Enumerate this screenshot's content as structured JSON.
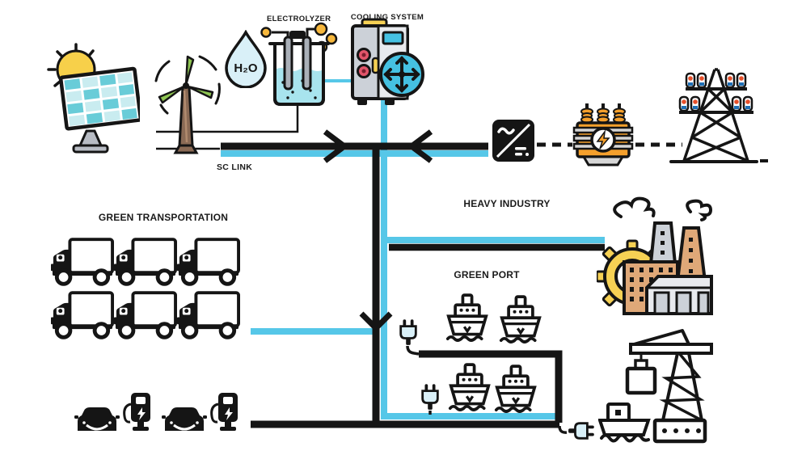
{
  "diagram": {
    "type": "green-hydrogen-energy-system",
    "labels": {
      "electrolyzer": "ELECTROLYZER",
      "cooling_system": "COOLING SYSTEM",
      "sc_link": "SC LINK",
      "green_transportation": "GREEN TRANSPORTATION",
      "heavy_industry": "HEAVY INDUSTRY",
      "green_port": "GREEN PORT",
      "h2o": "H₂O"
    },
    "counts": {
      "trucks": 6,
      "ships": 4,
      "cars": 2,
      "ev_chargers": 2,
      "plugs": 3
    },
    "nodes": [
      "solar-panel",
      "wind-turbine",
      "water-droplet",
      "electrolyzer",
      "cooling-system",
      "power-converter",
      "transformer",
      "transmission-tower",
      "heavy-industry-factory",
      "green-transportation-trucks",
      "green-port-ships",
      "ev-charging-cars",
      "port-crane",
      "boat"
    ],
    "icons": {
      "sun-icon": "svg-shape",
      "solar-panel-icon": "svg-shape",
      "wind-turbine-icon": "svg-shape",
      "water-droplet-icon": "svg-shape",
      "electrolyzer-icon": "svg-shape",
      "cooling-system-icon": "svg-shape",
      "power-converter-icon": "svg-shape",
      "transformer-icon": "svg-shape",
      "transmission-tower-icon": "svg-shape",
      "factory-icon": "svg-shape",
      "truck-icon": "svg-shape",
      "ship-icon": "svg-shape",
      "car-icon": "svg-shape",
      "ev-charger-icon": "svg-shape",
      "plug-icon": "svg-shape",
      "crane-icon": "svg-shape",
      "boat-icon": "svg-shape"
    },
    "colors": {
      "line_black": "#151515",
      "line_cyan": "#56c7e8",
      "sun_yellow": "#f7d04a",
      "solar_teal": "#69ccd8",
      "solar_light": "#c9ecf0",
      "turbine_green": "#8fc653",
      "turbine_brown": "#8a6a55",
      "bubble_yellow": "#f6b73c",
      "liquid_cyan": "#a8e4ee",
      "fan_cyan": "#45c1e2",
      "cabinet_gray": "#ccd1d8",
      "knob_red": "#e2556a",
      "transformer_orange": "#f5a02c",
      "factory_tan": "#dfa878",
      "gear_yellow": "#f6d154",
      "insulator_red": "#e8502a",
      "insulator_blue": "#1f6fb5",
      "plug_fill": "#d9f0f8"
    }
  }
}
